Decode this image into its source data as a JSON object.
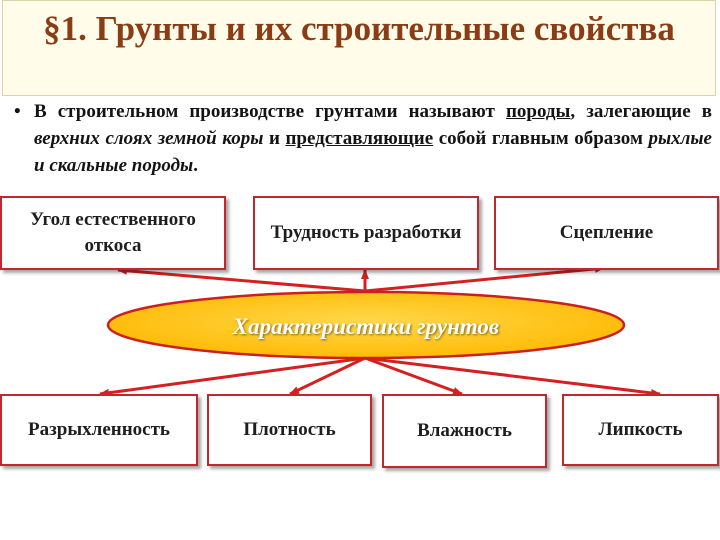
{
  "title": "§1. Грунты и их строительные свойства",
  "bullet": {
    "marker": "•",
    "segments": [
      {
        "text": "В строительном производстве грунтами называют ",
        "style": "normal"
      },
      {
        "text": "породы",
        "style": "underline"
      },
      {
        "text": ", залегающие в ",
        "style": "normal"
      },
      {
        "text": "верхних слоях земной коры",
        "style": "italic"
      },
      {
        "text": " и ",
        "style": "normal"
      },
      {
        "text": "представляющие",
        "style": "underline"
      },
      {
        "text": " собой главным образом ",
        "style": "normal"
      },
      {
        "text": "рыхлые и скальные породы",
        "style": "italic"
      },
      {
        "text": ".",
        "style": "normal"
      }
    ]
  },
  "center": {
    "label": "Характеристики грунтов"
  },
  "top_boxes": [
    {
      "label": "Угол естественного откоса"
    },
    {
      "label": "Трудность разработки"
    },
    {
      "label": "Сцепление"
    }
  ],
  "bottom_boxes": [
    {
      "label": "Разрыхленность"
    },
    {
      "label": "Плотность"
    },
    {
      "label": "Влажность"
    },
    {
      "label": "Липкость"
    }
  ],
  "colors": {
    "title_text": "#8c3c14",
    "box_border": "#c0282d",
    "arrow": "#d42020",
    "ellipse_fill": "#ffc400",
    "ellipse_border": "#cc1f1f"
  }
}
